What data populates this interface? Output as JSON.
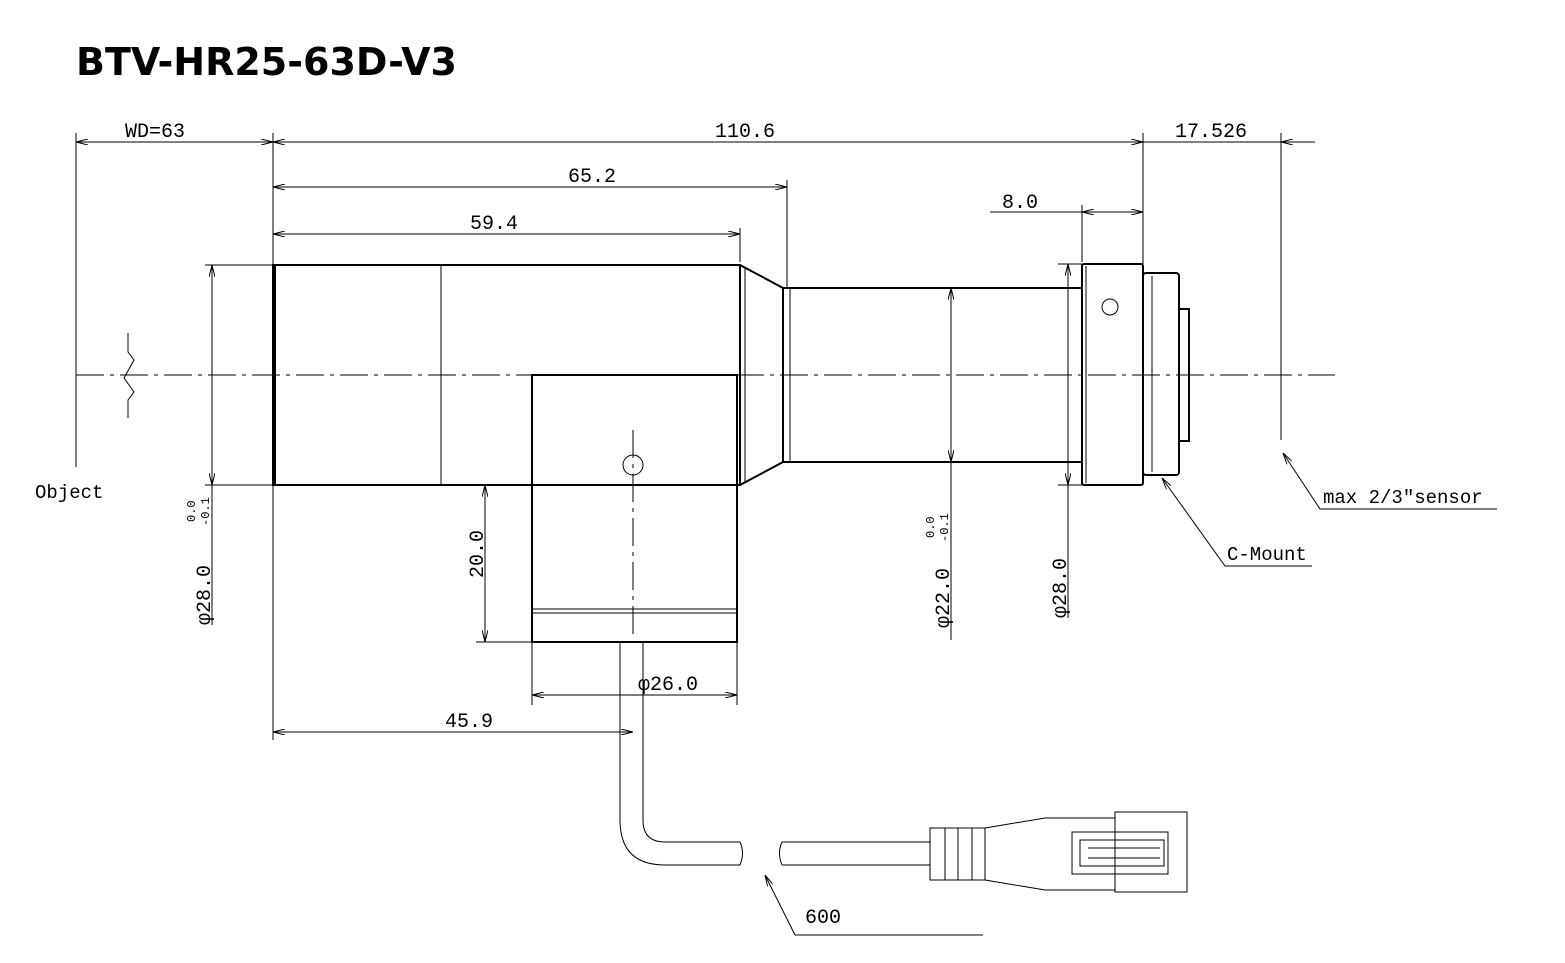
{
  "title": "BTV-HR25-63D-V3",
  "dimensions": {
    "working_distance": "WD=63",
    "overall_length": "110.6",
    "flange_back": "17.526",
    "to_step": "65.2",
    "to_body_end": "59.4",
    "mount_width": "8.0",
    "light_port_height": "20.0",
    "light_port_diameter": "φ26.0",
    "light_port_position": "45.9",
    "front_diameter": "φ28.0",
    "front_tol_upper": "0.0",
    "front_tol_lower": "-0.1",
    "tube_diameter": "φ22.0",
    "tube_tol_upper": "0.0",
    "tube_tol_lower": "-0.1",
    "mount_diameter": "φ28.0",
    "cable_length": "600"
  },
  "labels": {
    "object": "Object",
    "sensor": "max 2/3\"sensor",
    "mount": "C-Mount"
  }
}
